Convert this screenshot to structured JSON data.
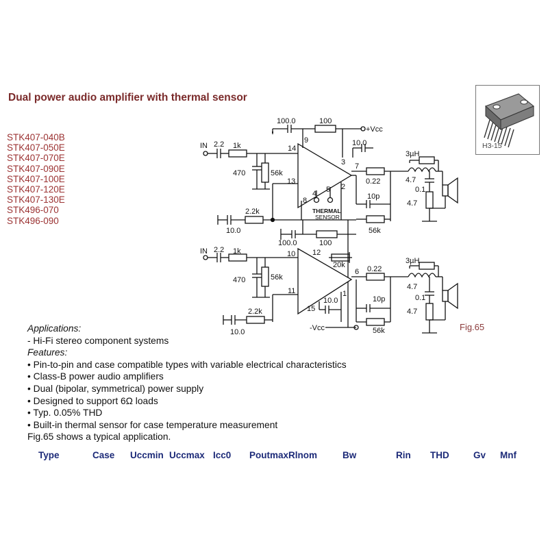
{
  "title": "Dual power audio amplifier  with thermal sensor",
  "models": [
    "STK407-040B",
    "STK407-050E",
    "STK407-070E",
    "STK407-090E",
    "STK407-100E",
    "STK407-120E",
    "STK407-130E",
    "STK496-070",
    "STK496-090"
  ],
  "package": {
    "code": "H3-15",
    "icon": "ic-package-icon"
  },
  "figure_label": "Fig.65",
  "schematic": {
    "labels": {
      "c100_top": "100.0",
      "r100_top": "100",
      "vcc_pos": "+Vcc",
      "pin9": "9",
      "pin14": "14",
      "pin3": "3",
      "c10_top": "10.0",
      "pin7": "7",
      "in_top": "IN",
      "c22_top": "2.2",
      "r1k_top": "1k",
      "c470_top": "470",
      "r56k_top": "56k",
      "pin13": "13",
      "pin8": "8",
      "pin4": "4",
      "pin5": "5",
      "pin2": "2",
      "thermal": "THERMAL",
      "sensor": "SENSOR",
      "r022_top": "0.22",
      "l3uh_top": "3µH",
      "r47_top": "4.7",
      "c01_top": "0.1",
      "r47b_top": "4.7",
      "c10p_top": "10p",
      "r56kf_top": "56k",
      "r22k_top": "2.2k",
      "c10_mid": "10.0",
      "c100_mid": "100.0",
      "r100_mid": "100",
      "in_bot": "IN",
      "c22_bot": "2.2",
      "r1k_bot": "1k",
      "pin10": "10",
      "pin12": "12",
      "r20k": "20k",
      "c470_bot": "470",
      "r56k_bot": "56k",
      "pin6": "6",
      "r022_bot": "0.22",
      "l3uh_bot": "3µH",
      "r47_bot": "4.7",
      "c01_bot": "0.1",
      "r47c_bot": "4.7",
      "pin11": "11",
      "pin15": "15",
      "c10_bot": "10.0",
      "pin1": "1",
      "c10p_bot": "10p",
      "r22k_bot": "2.2k",
      "vcc_neg": "-Vcc",
      "r56kf_bot": "56k",
      "c10_bot2": "10.0"
    }
  },
  "description": {
    "applications_heading": "Applications:",
    "applications": [
      "- Hi-Fi stereo component systems"
    ],
    "features_heading": "Features:",
    "features": [
      "• Pin-to-pin and case compatible types with variable electrical characteristics",
      "• Class-B power audio amplifiers",
      "• Dual (bipolar, symmetrical) power supply",
      "• Designed to support 6Ω loads",
      "• Typ. 0.05% THD",
      "• Built-in thermal sensor for case temperature measurement"
    ],
    "footer": "Fig.65 shows a typical application."
  },
  "table_header": {
    "type": "Type",
    "case": "Case",
    "uccmin": "Uccmin",
    "uccmax": "Uccmax",
    "icc0": "Icc0",
    "poutmax": "Poutmax",
    "rlnom": "Rlnom",
    "bw": "Bw",
    "rin": "Rin",
    "thd": "THD",
    "gv": "Gv",
    "mnf": "Mnf"
  }
}
